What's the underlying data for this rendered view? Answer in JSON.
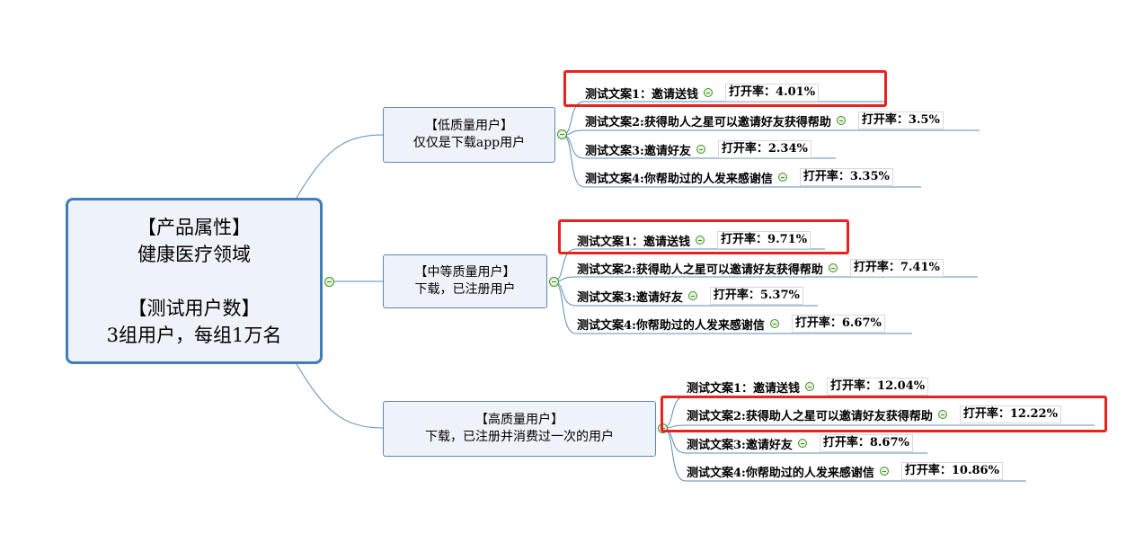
{
  "root": {
    "line1": "【产品属性】",
    "line2": "健康医疗领域",
    "line3": "【测试用户数】",
    "line4": "3组用户，每组1万名"
  },
  "groups": [
    {
      "title": "【低质量用户】",
      "subtitle": "仅仅是下载app用户",
      "leaves": [
        {
          "text": "测试文案1：邀请送钱",
          "rate": "打开率：4.01%",
          "highlighted": true
        },
        {
          "text": "测试文案2:获得助人之星可以邀请好友获得帮助",
          "rate": "打开率：3.5%",
          "highlighted": false
        },
        {
          "text": "测试文案3:邀请好友",
          "rate": "打开率：2.34%",
          "highlighted": false
        },
        {
          "text": "测试文案4:你帮助过的人发来感谢信",
          "rate": "打开率：3.35%",
          "highlighted": false
        }
      ]
    },
    {
      "title": "【中等质量用户】",
      "subtitle": "下载，已注册用户",
      "leaves": [
        {
          "text": "测试文案1：邀请送钱",
          "rate": "打开率：9.71%",
          "highlighted": true
        },
        {
          "text": "测试文案2:获得助人之星可以邀请好友获得帮助",
          "rate": "打开率：7.41%",
          "highlighted": false
        },
        {
          "text": "测试文案3:邀请好友",
          "rate": "打开率：5.37%",
          "highlighted": false
        },
        {
          "text": "测试文案4:你帮助过的人发来感谢信",
          "rate": "打开率：6.67%",
          "highlighted": false
        }
      ]
    },
    {
      "title": "【高质量用户】",
      "subtitle": "下载，已注册并消费过一次的用户",
      "leaves": [
        {
          "text": "测试文案1：邀请送钱",
          "rate": "打开率：12.04%",
          "highlighted": false
        },
        {
          "text": "测试文案2:获得助人之星可以邀请好友获得帮助",
          "rate": "打开率：12.22%",
          "highlighted": true
        },
        {
          "text": "测试文案3:邀请好友",
          "rate": "打开率：8.67%",
          "highlighted": false
        },
        {
          "text": "测试文案4:你帮助过的人发来感谢信",
          "rate": "打开率：10.86%",
          "highlighted": false
        }
      ]
    }
  ],
  "colors": {
    "connector": "#5b8db8",
    "highlight": "#e8231f",
    "collapse_icon": "#3f8e2c"
  }
}
